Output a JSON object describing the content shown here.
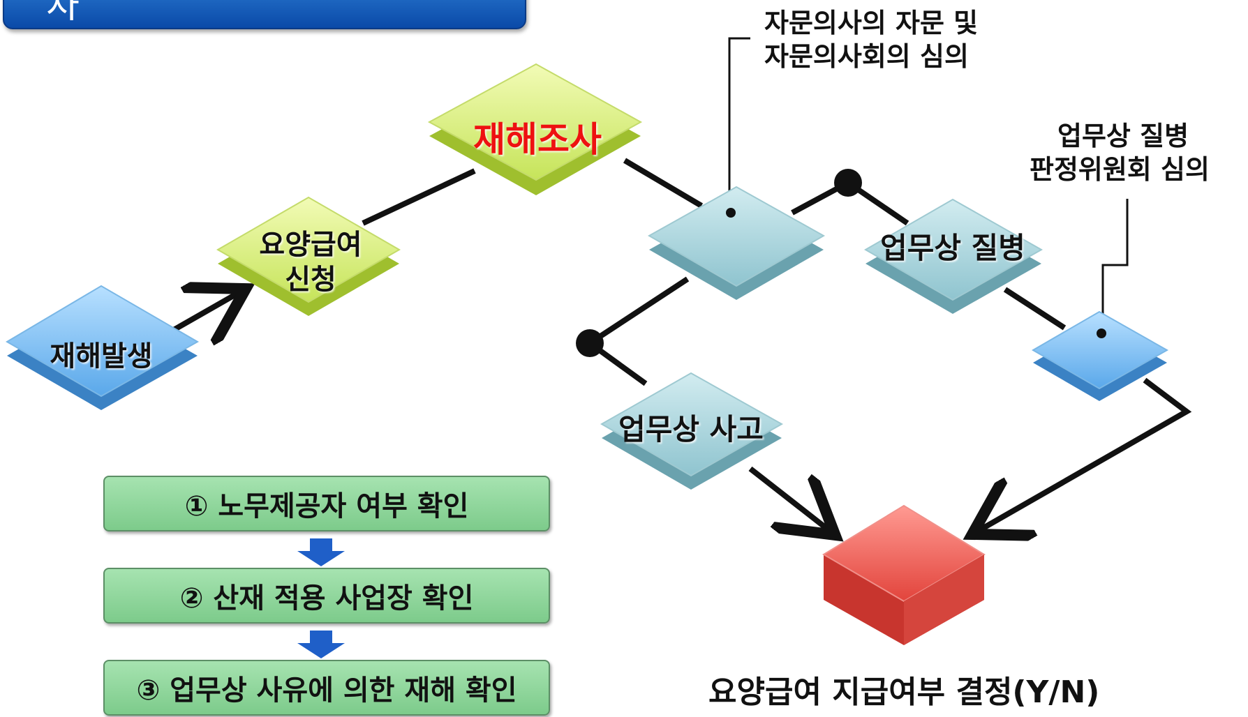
{
  "title": "업무상 재해 인정 절차",
  "nodes": {
    "occurrence": "재해발생",
    "application_l1": "요양급여",
    "application_l2": "신청",
    "investigation": "재해조사",
    "disease": "업무상 질병",
    "accident": "업무상 사고"
  },
  "notes": {
    "advisor_l1": "자문의사의 자문 및",
    "advisor_l2": "자문의사회의 심의",
    "committee_l1": "업무상 질병",
    "committee_l2": "판정위원회 심의"
  },
  "decision": "요양급여 지급여부 결정(Y/N)",
  "steps": [
    "① 노무제공자 여부 확인",
    "② 산재 적용 사업장 확인",
    "③ 업무상 사유에 의한 재해 확인"
  ],
  "colors": {
    "blue_cube": "#7fbff0",
    "green_cube": "#d9ee80",
    "teal_cube": "#a9d3db",
    "red_cube": "#ec6a62",
    "title_red": "#ee1111",
    "step_green": "#8fd49b",
    "arrow_blue": "#1f5fc8"
  }
}
